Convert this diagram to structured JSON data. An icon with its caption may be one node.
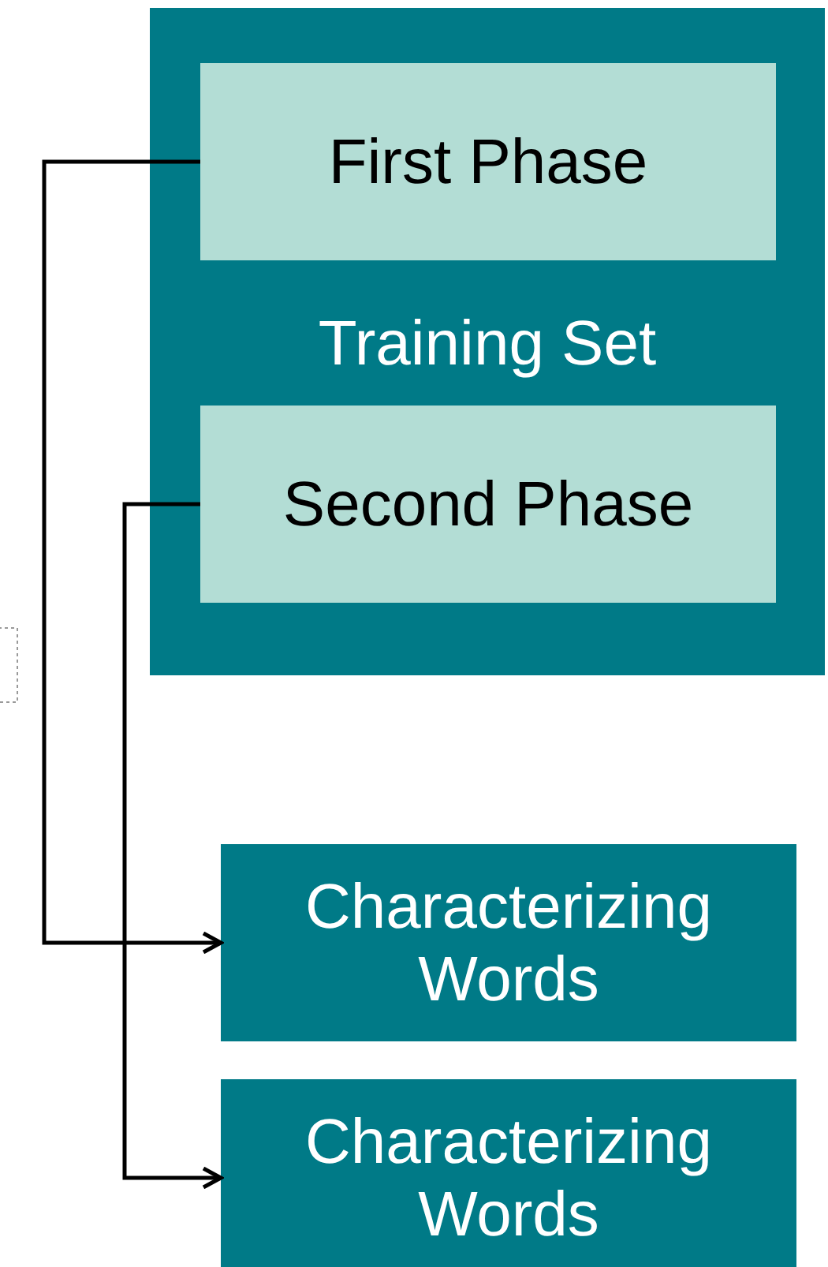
{
  "diagram": {
    "nodes": [
      {
        "text": [
          "Training Set"
        ]
      },
      {
        "text": [
          "First Phase"
        ],
        "in": 0
      },
      {
        "text": [
          "Second Phase"
        ],
        "in": 0
      },
      {
        "text": [
          "Characterizing Words"
        ]
      },
      {
        "text": [
          "Characterizing Words"
        ]
      }
    ],
    "edges": [
      {
        "from": 1,
        "to": 3,
        "arrow": "to"
      },
      {
        "from": 2,
        "to": 4,
        "arrow": "to"
      }
    ]
  }
}
